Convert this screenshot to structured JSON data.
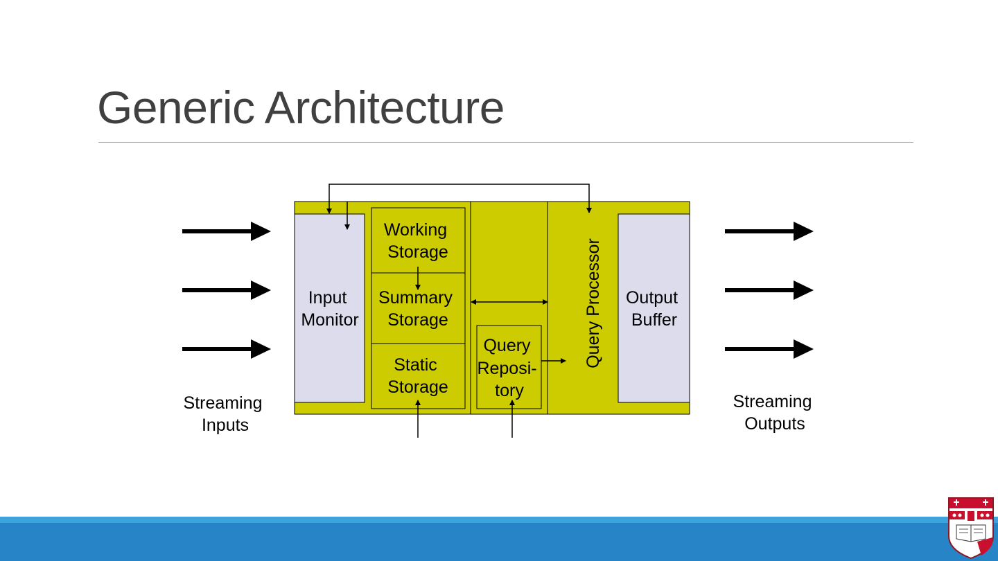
{
  "slide": {
    "title": "Generic Architecture"
  },
  "diagram": {
    "components": {
      "input_monitor": [
        "Input",
        "Monitor"
      ],
      "working_storage": [
        "Working",
        "Storage"
      ],
      "summary_storage": [
        "Summary",
        "Storage"
      ],
      "static_storage": [
        "Static",
        "Storage"
      ],
      "query_repository": [
        "Query",
        "Reposi-",
        "tory"
      ],
      "query_processor": "Query Processor",
      "output_buffer": [
        "Output",
        "Buffer"
      ]
    },
    "side_labels": {
      "inputs": [
        "Streaming",
        "Inputs"
      ],
      "outputs": [
        "Streaming",
        "Outputs"
      ]
    }
  },
  "colors": {
    "system_fill": "#cccc00",
    "buffer_fill": "#dcdcec",
    "footer_band": "#2784c6",
    "footer_stripe": "#3da3dc",
    "title_text": "#404040"
  },
  "icons": {
    "crest": "university-crest-icon"
  }
}
